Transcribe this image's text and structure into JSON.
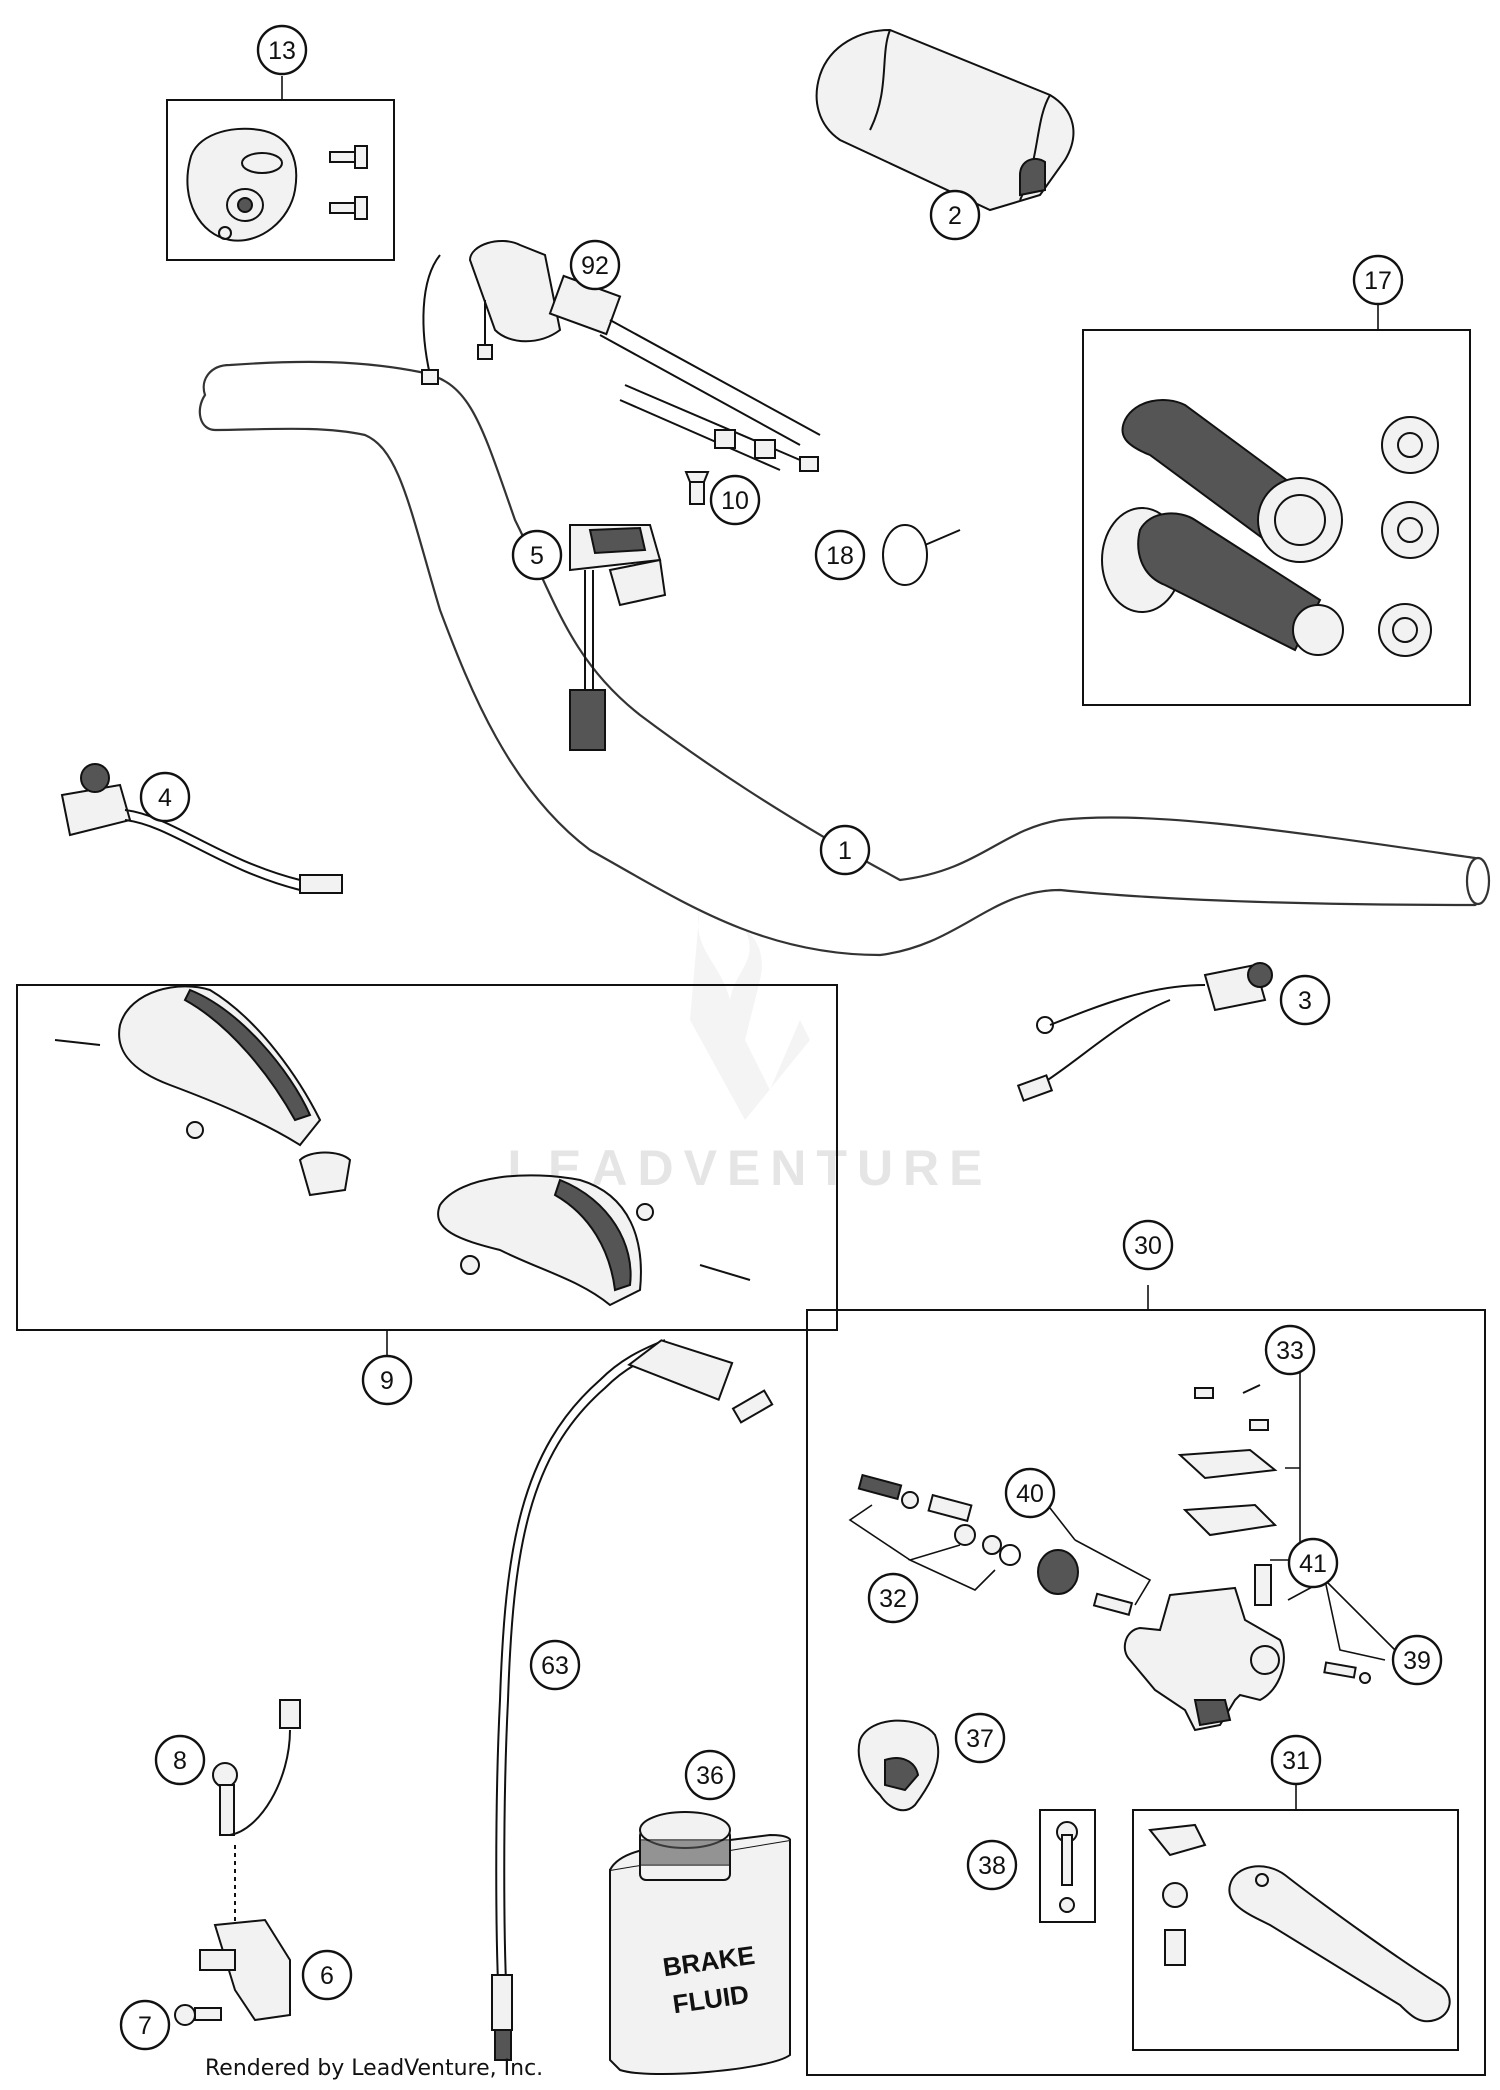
{
  "callouts": {
    "c13": "13",
    "c2": "2",
    "c92": "92",
    "c17": "17",
    "c10": "10",
    "c5": "5",
    "c18": "18",
    "c4": "4",
    "c1": "1",
    "c3": "3",
    "c9": "9",
    "c30": "30",
    "c33": "33",
    "c40": "40",
    "c41": "41",
    "c32": "32",
    "c39": "39",
    "c63": "63",
    "c37": "37",
    "c31": "31",
    "c36": "36",
    "c38": "38",
    "c8": "8",
    "c6": "6",
    "c7": "7"
  },
  "watermark": {
    "text": "LEADVENTURE"
  },
  "bottle_label": {
    "line1": "BRAKE",
    "line2": "FLUID"
  },
  "footer": {
    "credit": "Rendered by LeadVenture, Inc."
  }
}
